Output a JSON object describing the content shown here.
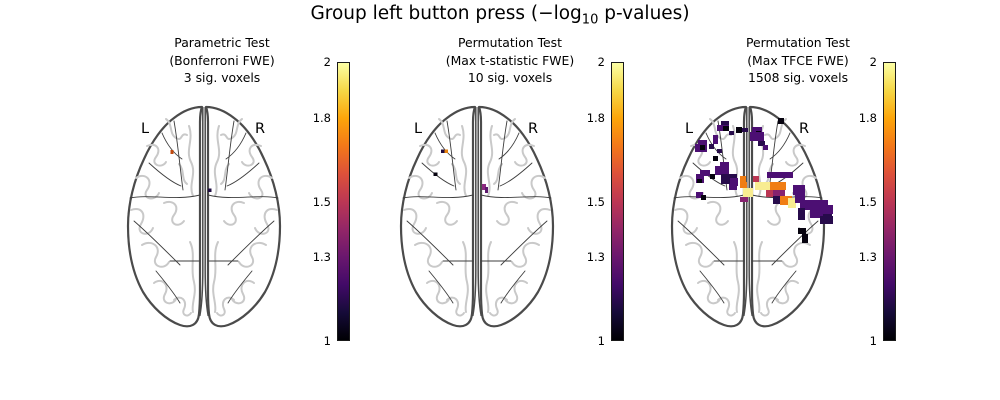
{
  "figure": {
    "title_pre": "Group left button press (−log",
    "title_sub": "10",
    "title_post": " p-values)"
  },
  "panels": [
    {
      "title_lines": [
        "Parametric Test",
        "(Bonferroni FWE)",
        "3 sig. voxels"
      ],
      "left_label": "L",
      "right_label": "R",
      "voxels": [
        [
          51.5,
          46,
          3,
          4,
          "o2"
        ],
        [
          89,
          84.5,
          3.5,
          3.5,
          "d2"
        ]
      ]
    },
    {
      "title_lines": [
        "Permutation Test",
        "(Max t-statistic FWE)",
        "10 sig. voxels"
      ],
      "left_label": "L",
      "right_label": "R",
      "voxels": [
        [
          49,
          45.5,
          3.5,
          3.5,
          "d2"
        ],
        [
          52.5,
          45.5,
          3.5,
          3.5,
          "o3"
        ],
        [
          41.5,
          68.5,
          4,
          3.5,
          "k"
        ],
        [
          90,
          80,
          4,
          6,
          "m2"
        ],
        [
          93,
          83,
          3,
          6,
          "p2"
        ]
      ]
    },
    {
      "title_lines": [
        "Permutation Test",
        "(Max TFCE FWE)",
        "1508 sig. voxels"
      ],
      "left_label": "L",
      "right_label": "R",
      "voxels": [
        [
          58,
          17,
          8,
          4,
          "d"
        ],
        [
          54,
          21,
          12,
          6,
          "p"
        ],
        [
          60,
          22,
          6,
          5,
          "k"
        ],
        [
          66,
          27,
          5,
          4,
          "d"
        ],
        [
          50,
          31,
          5,
          9,
          "p"
        ],
        [
          35,
          36,
          9,
          5,
          "p"
        ],
        [
          32,
          40,
          12,
          8,
          "p"
        ],
        [
          37,
          41,
          5,
          5,
          "k"
        ],
        [
          46,
          40,
          5,
          5,
          "d"
        ],
        [
          54,
          45,
          5,
          4,
          "d"
        ],
        [
          50,
          52,
          5,
          5,
          "k"
        ],
        [
          57,
          58,
          9,
          5,
          "p"
        ],
        [
          52,
          62,
          14,
          9,
          "p"
        ],
        [
          37,
          66,
          10,
          6,
          "p"
        ],
        [
          33,
          70,
          8,
          9,
          "p"
        ],
        [
          34,
          75,
          5,
          4,
          "k"
        ],
        [
          47,
          70,
          5,
          5,
          "k"
        ],
        [
          58,
          70,
          16,
          10,
          "d"
        ],
        [
          66,
          80,
          8,
          6,
          "p"
        ],
        [
          33,
          88,
          7,
          6,
          "p"
        ],
        [
          38,
          91,
          5,
          5,
          "k"
        ],
        [
          73,
          23,
          6,
          6,
          "k"
        ],
        [
          79,
          24,
          6,
          4,
          "d"
        ],
        [
          115,
          14,
          6,
          6,
          "k"
        ],
        [
          89,
          23,
          10,
          5,
          "p"
        ],
        [
          93,
          27,
          5,
          5,
          "k"
        ],
        [
          87,
          28,
          14,
          9,
          "p"
        ],
        [
          95,
          37,
          7,
          5,
          "d"
        ],
        [
          100,
          41,
          5,
          5,
          "p"
        ],
        [
          104,
          68,
          26,
          6,
          "p"
        ],
        [
          130,
          81,
          12,
          10,
          "p"
        ],
        [
          67,
          74,
          8,
          8,
          "p"
        ],
        [
          77,
          72,
          6,
          6,
          "o"
        ],
        [
          77,
          78,
          7,
          6,
          "o"
        ],
        [
          80,
          84,
          10,
          9,
          "y"
        ],
        [
          77,
          93,
          8,
          5,
          "m"
        ],
        [
          90,
          72,
          6,
          6,
          "r"
        ],
        [
          92,
          78,
          15,
          8,
          "y"
        ],
        [
          107,
          78,
          16,
          8,
          "o"
        ],
        [
          103,
          86,
          7,
          7,
          "r"
        ],
        [
          110,
          86,
          12,
          6,
          "m"
        ],
        [
          117,
          92,
          12,
          9,
          "o"
        ],
        [
          125,
          94,
          8,
          10,
          "y"
        ],
        [
          110,
          92,
          7,
          8,
          "d"
        ],
        [
          132,
          91,
          10,
          8,
          "p"
        ],
        [
          137,
          96,
          28,
          10,
          "p"
        ],
        [
          147,
          104,
          22,
          10,
          "p"
        ],
        [
          157,
          112,
          14,
          8,
          "d"
        ],
        [
          135,
          104,
          7,
          12,
          "d"
        ],
        [
          160,
          101,
          10,
          9,
          "p"
        ],
        [
          160,
          110,
          9,
          8,
          "d"
        ],
        [
          135,
          124,
          8,
          6,
          "k"
        ],
        [
          139,
          130,
          6,
          9,
          "k"
        ]
      ]
    }
  ],
  "voxel_colors": {
    "k": "#06030f",
    "d": "#270b4b",
    "d2": "#1f0c41",
    "p": "#4c0f73",
    "p2": "#5c176d",
    "m": "#86226f",
    "m2": "#8c2981",
    "r": "#bb3754",
    "o": "#f07d13",
    "o2": "#c1490e",
    "o3": "#e8830e",
    "y": "#f8ec91"
  },
  "colorbar": {
    "gradient_bottom_to_top": [
      "#000004",
      "#160b39",
      "#420a68",
      "#6a176e",
      "#932667",
      "#bc3754",
      "#dd513a",
      "#f37819",
      "#fca50a",
      "#f6d746",
      "#fcffa4"
    ],
    "ticks": [
      {
        "label": "2",
        "frac_from_top": 0.0
      },
      {
        "label": "1.8",
        "frac_from_top": 0.2
      },
      {
        "label": "1.5",
        "frac_from_top": 0.5
      },
      {
        "label": "1.3",
        "frac_from_top": 0.7
      },
      {
        "label": "1",
        "frac_from_top": 1.0
      }
    ]
  },
  "chart_data": {
    "type": "heatmap",
    "subtype": "glass-brain statistical maps (axial projection)",
    "title": "Group left button press (−log10 p-values)",
    "colormap": "inferno",
    "value_label": "−log10 p-value",
    "value_range": [
      1,
      2
    ],
    "colorbar_ticks": [
      1,
      1.3,
      1.5,
      1.8,
      2
    ],
    "legend_position": "right of each panel (vertical colorbar)",
    "panels": [
      {
        "title": "Parametric Test (Bonferroni FWE)",
        "n_significant_voxels": 3,
        "orientation_labels": [
          "L",
          "R"
        ],
        "clusters": [
          {
            "location": "left superior frontal",
            "approx_value": 1.65,
            "color": "orange"
          },
          {
            "location": "right of midline, central",
            "approx_value": 1.1,
            "color": "dark purple"
          }
        ]
      },
      {
        "title": "Permutation Test (Max t-statistic FWE)",
        "n_significant_voxels": 10,
        "orientation_labels": [
          "L",
          "R"
        ],
        "clusters": [
          {
            "location": "left superior frontal",
            "approx_value": 1.7,
            "color": "dark + orange pair"
          },
          {
            "location": "left middle frontal",
            "approx_value": 1.0,
            "color": "black"
          },
          {
            "location": "right of midline, central",
            "approx_value": 1.35,
            "color": "magenta-purple"
          }
        ]
      },
      {
        "title": "Permutation Test (Max TFCE FWE)",
        "n_significant_voxels": 1508,
        "orientation_labels": [
          "L",
          "R"
        ],
        "clusters": [
          {
            "location": "bilateral sensorimotor, large cluster crossing midline",
            "approx_value_range": [
              1.0,
              2.0
            ],
            "notes": "mostly dark purple (~1.1-1.3) with black voxels (~1.0) and bright yellow/orange core (~1.8-2.0) near central midline, extending into right hemisphere"
          }
        ]
      }
    ]
  }
}
